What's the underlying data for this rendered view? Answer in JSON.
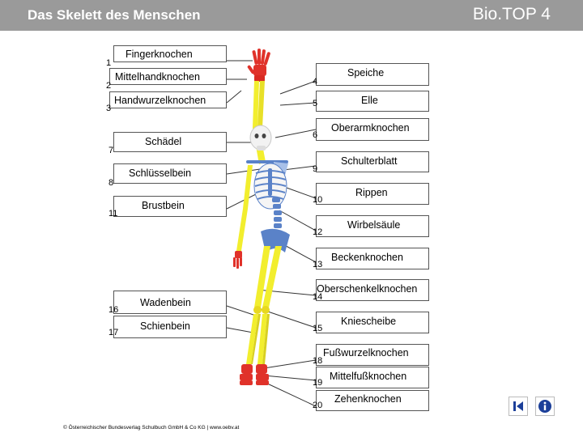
{
  "header": {
    "title": "Das Skelett des Menschen",
    "brand": "Bio.TOP 4"
  },
  "labels": [
    {
      "num": "1",
      "text": "Fingerknochen"
    },
    {
      "num": "2",
      "text": "Mittelhandknochen"
    },
    {
      "num": "3",
      "text": "Handwurzelknochen"
    },
    {
      "num": "4",
      "text": "Speiche"
    },
    {
      "num": "5",
      "text": "Elle"
    },
    {
      "num": "6",
      "text": "Oberarmknochen"
    },
    {
      "num": "7",
      "text": "Schädel"
    },
    {
      "num": "8",
      "text": "Schlüsselbein"
    },
    {
      "num": "9",
      "text": "Schulterblatt"
    },
    {
      "num": "10",
      "text": "Rippen"
    },
    {
      "num": "11",
      "text": "Brustbein"
    },
    {
      "num": "12",
      "text": "Wirbelsäule"
    },
    {
      "num": "13",
      "text": "Beckenknochen"
    },
    {
      "num": "14",
      "text": "Oberschenkelknochen"
    },
    {
      "num": "15",
      "text": "Kniescheibe"
    },
    {
      "num": "16",
      "text": "Wadenbein"
    },
    {
      "num": "17",
      "text": "Schienbein"
    },
    {
      "num": "18",
      "text": "Fußwurzelknochen"
    },
    {
      "num": "19",
      "text": "Mittelfußknochen"
    },
    {
      "num": "20",
      "text": "Zehenknochen"
    }
  ],
  "footer": {
    "copyright": "© Österreichischer Bundesverlag Schulbuch GmbH & Co KG | www.oebv.at"
  },
  "nav": {
    "back_icon": "back-to-start-icon",
    "info_icon": "info-icon"
  },
  "colors": {
    "header": "#9a9a9a",
    "bone_yellow": "#f2ee2e",
    "bone_blue": "#5a82c8",
    "bone_red": "#e0322a"
  }
}
